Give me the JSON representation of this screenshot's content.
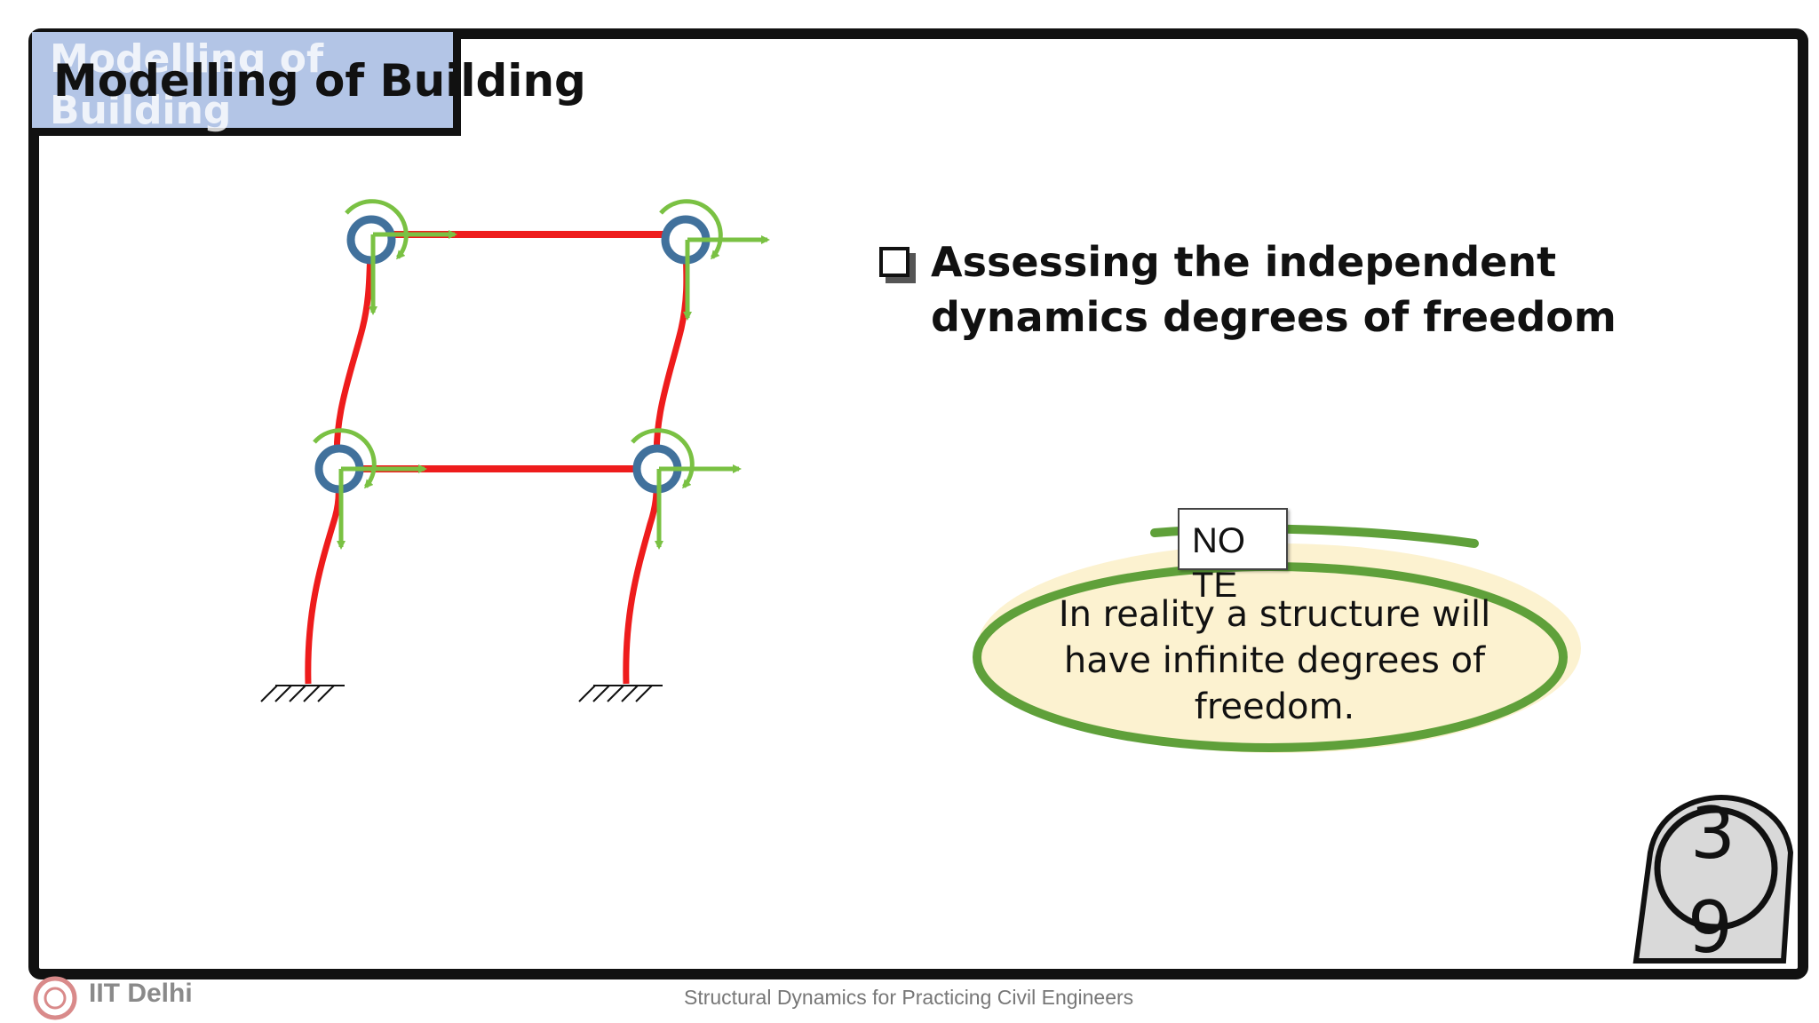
{
  "title": {
    "ghost": "Modelling of Building",
    "main": "Modelling of Building"
  },
  "bullet": {
    "text": "Assessing the independent dynamics degrees of freedom"
  },
  "note": {
    "tab_label": "NOTE",
    "text": "In reality a structure will have infinite degrees of freedom."
  },
  "footer": {
    "institute": "IIT Delhi",
    "course": "Structural Dynamics for Practicing Civil Engineers"
  },
  "colors": {
    "frame": "#111111",
    "member": "#ee1c1c",
    "dof_arrow": "#7ac143",
    "node": "#41719c",
    "title_bg": "#b3c5e6",
    "note_fill": "#fbf0c8",
    "note_outline": "#5fa03a"
  },
  "icons": [
    "square-bullet-icon",
    "fixed-support-icon",
    "rotation-arrow-icon",
    "institute-logo-icon",
    "mascot-icon"
  ]
}
